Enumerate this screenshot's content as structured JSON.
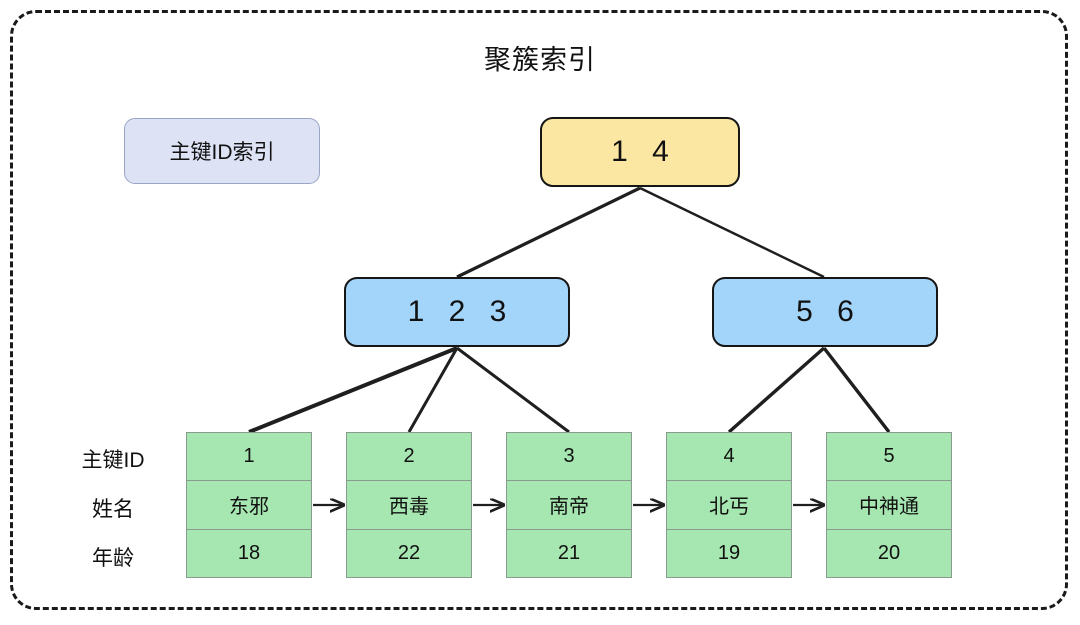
{
  "diagram": {
    "title": "聚簇索引",
    "legend_label": "主键ID索引",
    "frame_style": "dashed-rounded-rectangle"
  },
  "colors": {
    "root_node_fill": "#fce7a2",
    "branch_node_fill": "#a3d4fa",
    "leaf_fill": "#a6e6b0",
    "legend_fill": "#dde3f5",
    "stroke": "#161616",
    "leaf_stroke": "#8a9a8f"
  },
  "tree": {
    "root": {
      "label": "1 4"
    },
    "branches": [
      {
        "label": "1 2 3"
      },
      {
        "label": "5 6"
      }
    ]
  },
  "row_labels": [
    "主键ID",
    "姓名",
    "年龄"
  ],
  "leaves": [
    {
      "id": "1",
      "name": "东邪",
      "age": "18"
    },
    {
      "id": "2",
      "name": "西毒",
      "age": "22"
    },
    {
      "id": "3",
      "name": "南帝",
      "age": "21"
    },
    {
      "id": "4",
      "name": "北丐",
      "age": "19"
    },
    {
      "id": "5",
      "name": "中神通",
      "age": "20"
    }
  ],
  "links": {
    "root_to_branches": 2,
    "left_branch_to_leaves": 3,
    "right_branch_to_leaves": 2,
    "leaf_chain_arrows": 4
  }
}
